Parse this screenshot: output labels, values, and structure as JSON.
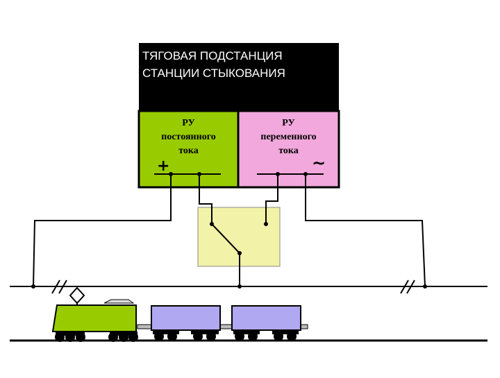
{
  "substation": {
    "title": "ТЯГОВАЯ ПОДСТАНЦИЯ\nСТАНЦИИ СТЫКОВАНИЯ"
  },
  "dc_switchgear": {
    "label": "РУ\nпостоянного\nтока",
    "polarity": "+"
  },
  "ac_switchgear": {
    "label": "РУ\nпеременного\nтока",
    "polarity": "~"
  },
  "colors": {
    "title_bg": "#000000",
    "dc_fill": "#99cc00",
    "ac_fill": "#f2a8dc",
    "switch_fill": "#f2f2a8",
    "locomotive": "#99cc00",
    "wagon": "#b0a8f0",
    "wheel": "#000000"
  }
}
